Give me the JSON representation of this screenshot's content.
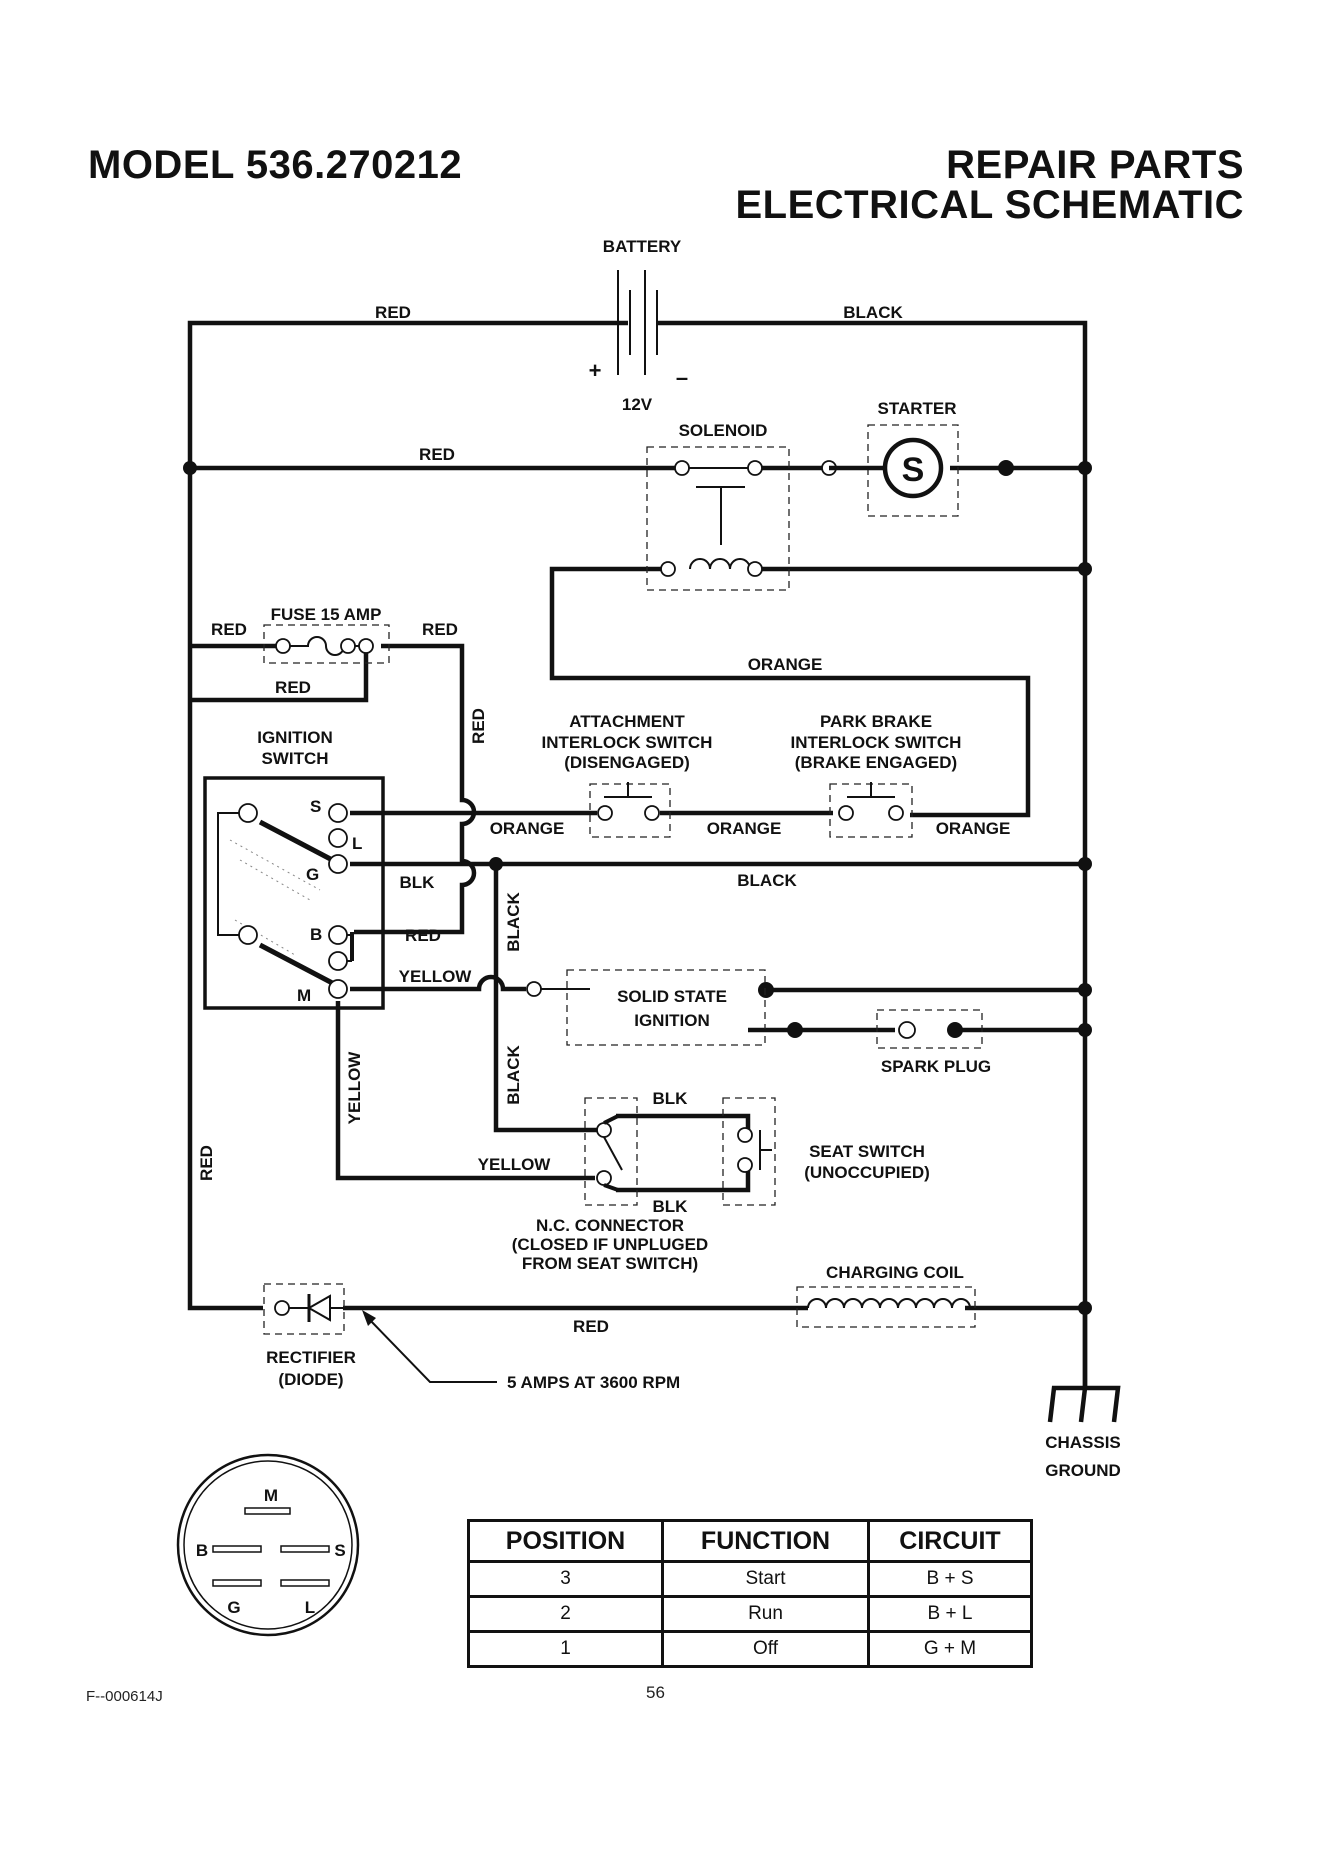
{
  "header": {
    "model": "MODEL 536.270212",
    "title_line1": "REPAIR PARTS",
    "title_line2": "ELECTRICAL SCHEMATIC"
  },
  "components": {
    "battery": "BATTERY",
    "battery_plus": "+",
    "battery_minus": "–",
    "battery_voltage": "12V",
    "solenoid": "SOLENOID",
    "starter": "STARTER",
    "starter_symbol": "S",
    "fuse": "FUSE 15 AMP",
    "ignition_line1": "IGNITION",
    "ignition_line2": "SWITCH",
    "attach_line1": "ATTACHMENT",
    "attach_line2": "INTERLOCK SWITCH",
    "attach_line3": "(DISENGAGED)",
    "park_line1": "PARK BRAKE",
    "park_line2": "INTERLOCK SWITCH",
    "park_line3": "(BRAKE ENGAGED)",
    "ssi_line1": "SOLID STATE",
    "ssi_line2": "IGNITION",
    "spark_plug": "SPARK PLUG",
    "seat_line1": "SEAT SWITCH",
    "seat_line2": "(UNOCCUPIED)",
    "nc_line1": "N.C. CONNECTOR",
    "nc_line2": "(CLOSED IF UNPLUGED",
    "nc_line3": "FROM SEAT SWITCH)",
    "charging_coil": "CHARGING COIL",
    "rectifier_line1": "RECTIFIER",
    "rectifier_line2": "(DIODE)",
    "amps_note": "5 AMPS AT 3600 RPM",
    "ground_line1": "CHASSIS",
    "ground_line2": "GROUND"
  },
  "terminals": {
    "s": "S",
    "l": "L",
    "g": "G",
    "b": "B",
    "m": "M"
  },
  "wires": {
    "red": "RED",
    "black": "BLACK",
    "blk": "BLK",
    "orange": "ORANGE",
    "yellow": "YELLOW"
  },
  "plug": {
    "m": "M",
    "b": "B",
    "s": "S",
    "g": "G",
    "l": "L"
  },
  "table": {
    "headers": [
      "POSITION",
      "FUNCTION",
      "CIRCUIT"
    ],
    "rows": [
      [
        "3",
        "Start",
        "B + S"
      ],
      [
        "2",
        "Run",
        "B + L"
      ],
      [
        "1",
        "Off",
        "G + M"
      ]
    ]
  },
  "footer": {
    "doc_id": "F--000614J",
    "page_number": "56"
  }
}
